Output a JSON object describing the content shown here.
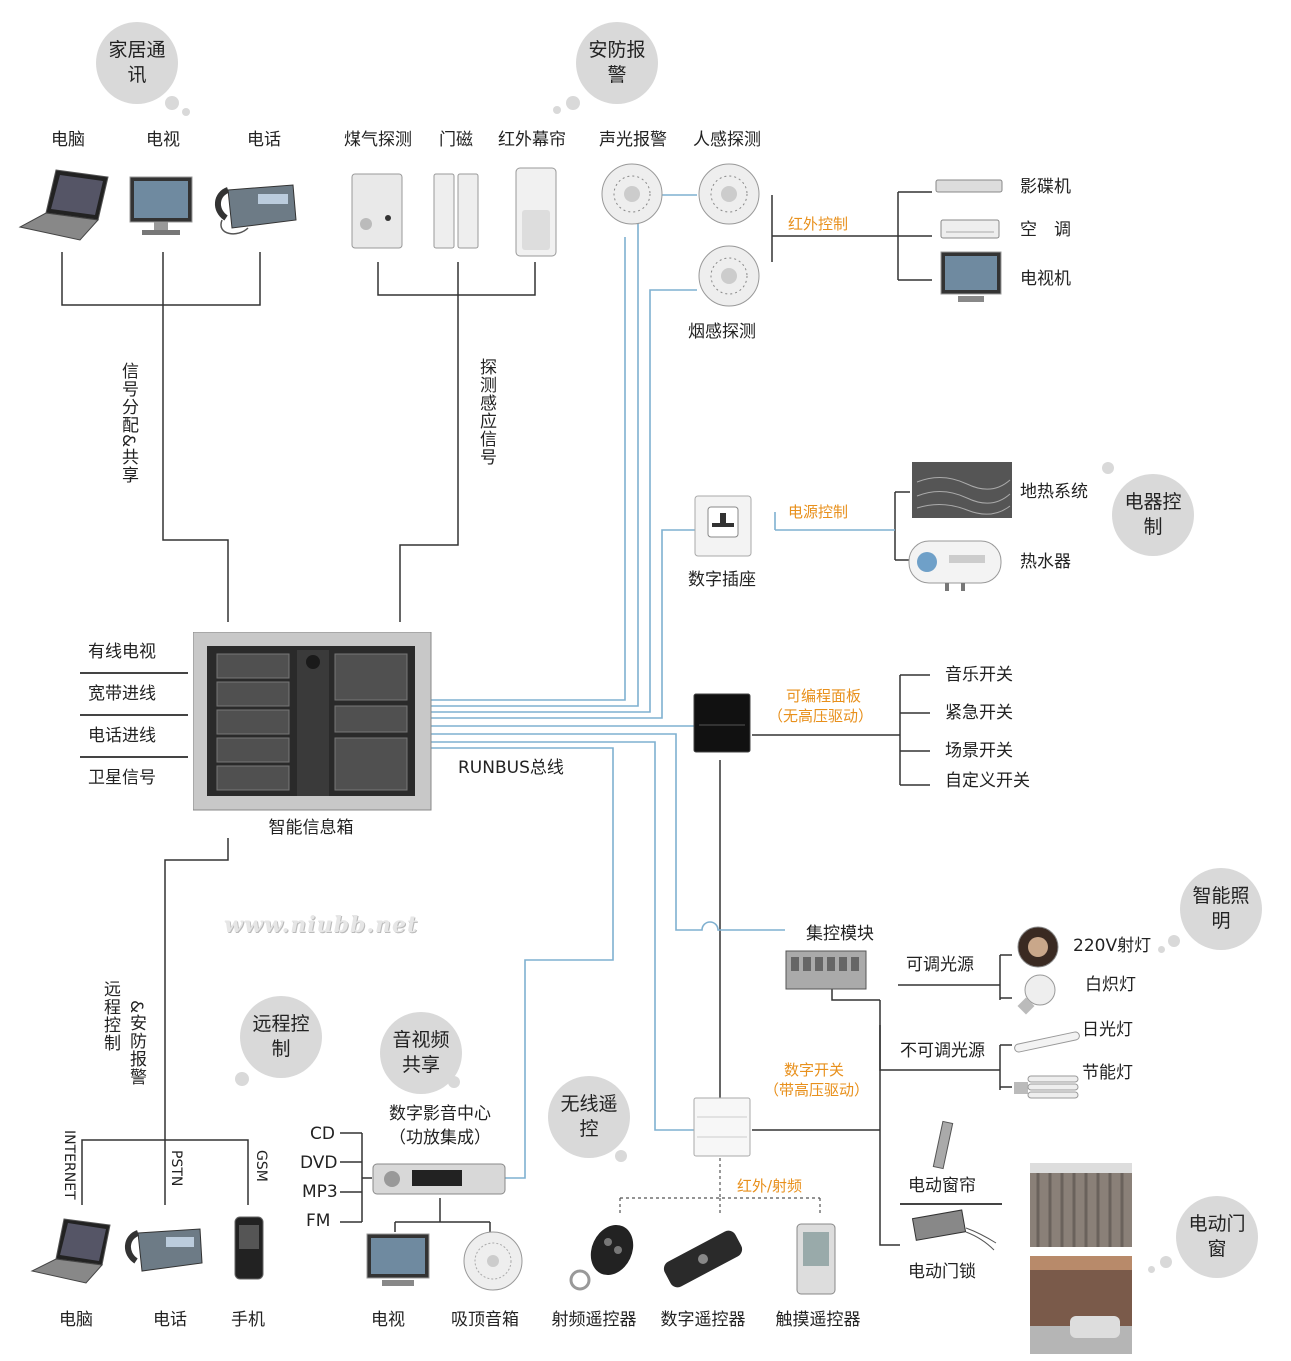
{
  "bubbles": {
    "home_comm": "家居通讯",
    "security": "安防报警",
    "appliance": "电器控制",
    "lighting": "智能照明",
    "remote": "远程控制",
    "av_share": "音视频共享",
    "wireless": "无线遥控",
    "door_window": "电动门窗"
  },
  "home_comm_devices": [
    "电脑",
    "电视",
    "电话"
  ],
  "security_devices": {
    "gas": "煤气探测",
    "door_magnet": "门磁",
    "ir_curtain": "红外幕帘",
    "alarm": "声光报警",
    "motion": "人感探测",
    "smoke": "烟感探测"
  },
  "ir_control": {
    "label": "红外控制",
    "devices": [
      "影碟机",
      "空　调",
      "电视机"
    ]
  },
  "signals": {
    "distribution": "信号分配&共享",
    "sensing": "探测感应信号"
  },
  "power_control": {
    "label": "电源控制",
    "socket": "数字插座",
    "devices": [
      "地热系统",
      "热水器"
    ]
  },
  "info_box": {
    "title": "智能信息箱",
    "inputs": [
      "有线电视",
      "宽带进线",
      "电话进线",
      "卫星信号"
    ],
    "bus": "RUNBUS总线"
  },
  "programmable_panel": {
    "label_line1": "可编程面板",
    "label_line2": "（无高压驱动）",
    "switches": [
      "音乐开关",
      "紧急开关",
      "场景开关",
      "自定义开关"
    ]
  },
  "control_module": {
    "label": "集控模块",
    "dimmable": "可调光源",
    "non_dimmable": "不可调光源",
    "lamps": [
      "220V射灯",
      "白炽灯",
      "日光灯",
      "节能灯"
    ]
  },
  "digital_switch": {
    "label_line1": "数字开关",
    "label_line2": "（带高压驱动）"
  },
  "remote_ctrl": {
    "vertical_label_a": "远程控制",
    "vertical_label_b": "&安防报警",
    "lines": [
      "INTERNET",
      "PSTN",
      "GSM"
    ],
    "devices": [
      "电脑",
      "电话",
      "手机"
    ]
  },
  "av_center": {
    "title_line1": "数字影音中心",
    "title_line2": "（功放集成）",
    "sources": [
      "CD",
      "DVD",
      "MP3",
      "FM"
    ],
    "outputs": [
      "电视",
      "吸顶音箱"
    ]
  },
  "wireless": {
    "label": "红外/射频",
    "devices": [
      "射频遥控器",
      "数字遥控器",
      "触摸遥控器"
    ]
  },
  "motorized": {
    "curtain": "电动窗帘",
    "lock": "电动门锁"
  },
  "watermark": "www.niubb.net",
  "colors": {
    "accent_orange": "#e8901c",
    "bus_blue": "#7fb0d0",
    "bubble_gray": "#d9d9d9",
    "wire": "#333333"
  }
}
